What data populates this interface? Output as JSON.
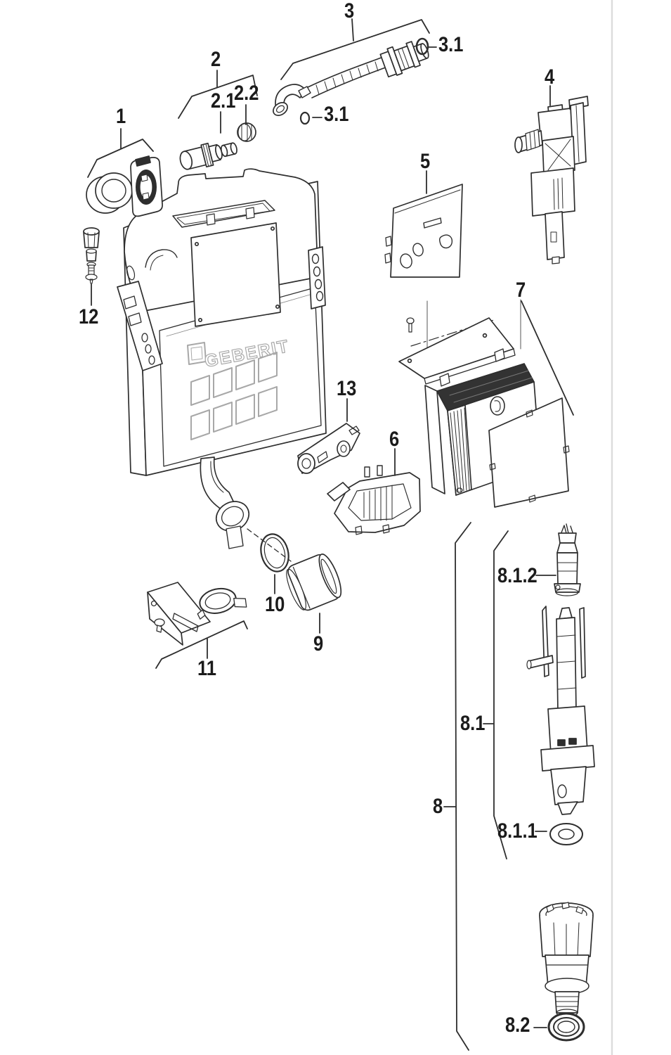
{
  "diagram": {
    "brand_embossed": "GEBERIT",
    "background": "#ffffff",
    "line_color": "#2e2e2e",
    "emboss_color": "#a8a8a8",
    "artifact_line_color": "#dcdcdc",
    "parts_list": [
      "1",
      "2",
      "2.1",
      "2.2",
      "3",
      "3.1",
      "4",
      "5",
      "6",
      "7",
      "8",
      "8.1",
      "8.1.1",
      "8.1.2",
      "8.2",
      "9",
      "10",
      "11",
      "12",
      "13"
    ],
    "labels": {
      "p1": "1",
      "p2": "2",
      "p2_1": "2.1",
      "p2_2": "2.2",
      "p3": "3",
      "p3_1_top": "3.1",
      "p3_1_bottom": "3.1",
      "p4": "4",
      "p5": "5",
      "p6": "6",
      "p7": "7",
      "p8": "8",
      "p8_1": "8.1",
      "p8_1_1": "8.1.1",
      "p8_1_2": "8.1.2",
      "p8_2": "8.2",
      "p9": "9",
      "p10": "10",
      "p11": "11",
      "p12": "12",
      "p13": "13"
    }
  }
}
